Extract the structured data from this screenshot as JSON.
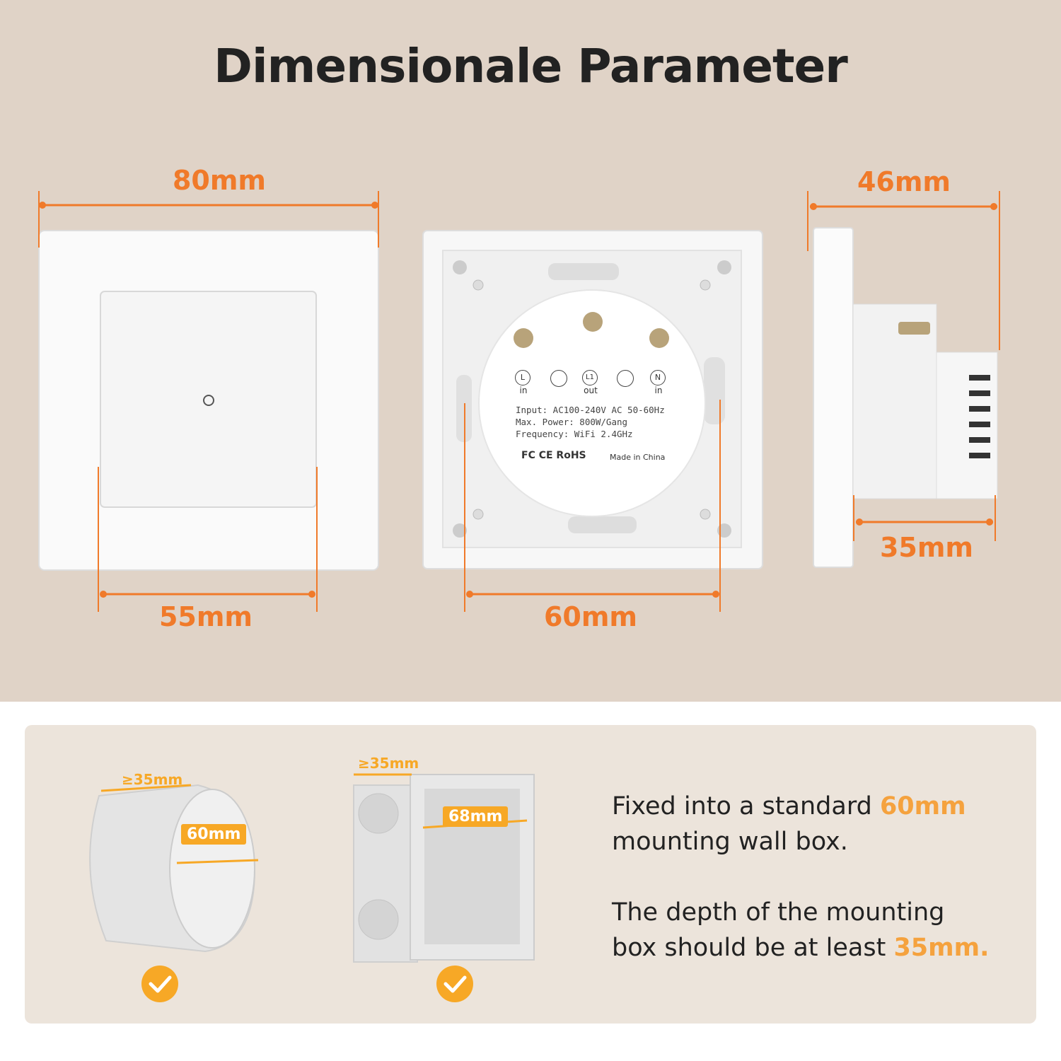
{
  "title": "Dimensionale Parameter",
  "dimensions": {
    "front_width": "80mm",
    "front_panel": "55mm",
    "back_width": "60mm",
    "side_depth_total": "46mm",
    "side_depth_body": "35mm"
  },
  "back_label": {
    "terminals": [
      {
        "mark": "L",
        "sub": "in"
      },
      {
        "mark": "",
        "sub": ""
      },
      {
        "mark": "L1",
        "sub": "out"
      },
      {
        "mark": "",
        "sub": ""
      },
      {
        "mark": "N",
        "sub": "in"
      }
    ],
    "input": "Input: AC100-240V AC 50-60Hz",
    "power": "Max. Power: 800W/Gang",
    "frequency": "Frequency: WiFi 2.4GHz",
    "certs": "FC CE RoHS",
    "origin": "Made in China"
  },
  "boxes": {
    "round_depth": "≥35mm",
    "round_diameter": "60mm",
    "square_depth": "≥35mm",
    "square_width": "68mm"
  },
  "description": {
    "line1_pre": "Fixed into a standard ",
    "line1_hl": "60mm",
    "line2": "mounting wall box.",
    "line3": "The depth of the mounting",
    "line4_pre": "box should be at least ",
    "line4_hl": "35mm."
  },
  "colors": {
    "background_top": "#e0d3c7",
    "accent_orange": "#f07a2a",
    "highlight": "#f5a23e"
  }
}
